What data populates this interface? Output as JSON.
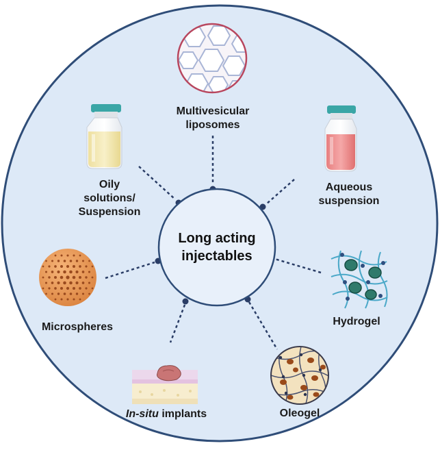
{
  "center": {
    "line1": "Long acting",
    "line2": "injectables"
  },
  "items": {
    "multivesicular": {
      "line1": "Multivesicular",
      "line2": "liposomes",
      "icon": "multivesicular-liposome-icon"
    },
    "oily": {
      "line1": "Oily",
      "line2": "solutions/",
      "line3": "Suspension",
      "icon": "yellow-vial-icon"
    },
    "aqueous": {
      "line1": "Aqueous",
      "line2": "suspension",
      "icon": "pink-vial-icon"
    },
    "microspheres": {
      "label": "Microspheres",
      "icon": "microsphere-icon"
    },
    "hydrogel": {
      "label": "Hydrogel",
      "icon": "hydrogel-network-icon"
    },
    "insitu": {
      "italic": "In-situ",
      "rest": " implants",
      "icon": "tissue-implant-icon"
    },
    "oleogel": {
      "label": "Oleogel",
      "icon": "oleogel-icon"
    }
  },
  "colors": {
    "background": "#dde9f7",
    "outline": "#2f4d78",
    "connector": "#2a3d66",
    "vial_cap": "#3aa6a6",
    "yellow_liquid": "#f4e9b0",
    "pink_liquid": "#ee8f8f",
    "microsphere": "#e59a55",
    "hydrogel_cell": "#2f7a6b"
  }
}
